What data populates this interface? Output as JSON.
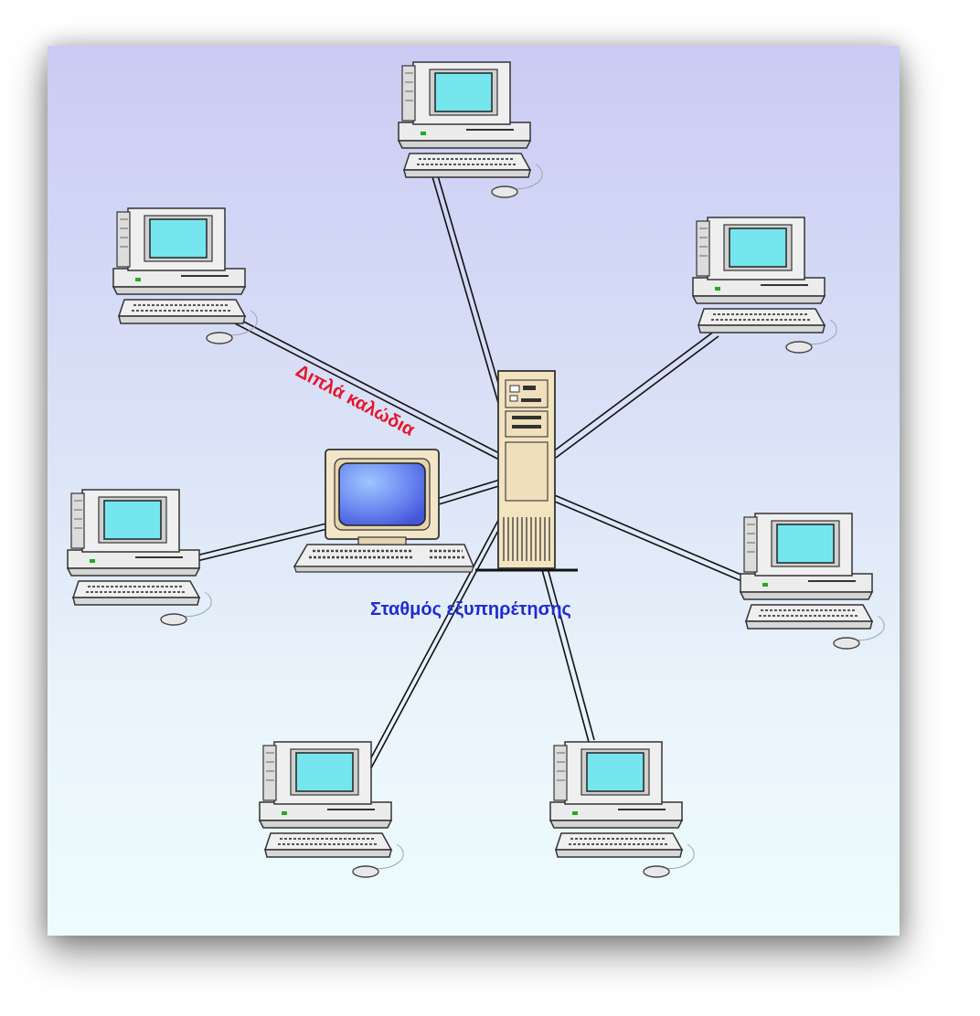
{
  "diagram": {
    "cable_label": "Διπλά καλώδια",
    "server_label": "Σταθμός εξυπηρέτησης",
    "workstations": [
      {
        "name": "workstation-top"
      },
      {
        "name": "workstation-upper-left"
      },
      {
        "name": "workstation-upper-right"
      },
      {
        "name": "workstation-middle-left"
      },
      {
        "name": "workstation-middle-right"
      },
      {
        "name": "workstation-bottom-left"
      },
      {
        "name": "workstation-bottom-right"
      }
    ],
    "icons": {
      "workstation": "desktop-computer-icon",
      "server": "tower-server-icon",
      "console": "console-terminal-icon"
    },
    "colors": {
      "cable_label": "#e5162a",
      "server_label": "#1f2bd0",
      "screen": "#76e6ee"
    }
  }
}
